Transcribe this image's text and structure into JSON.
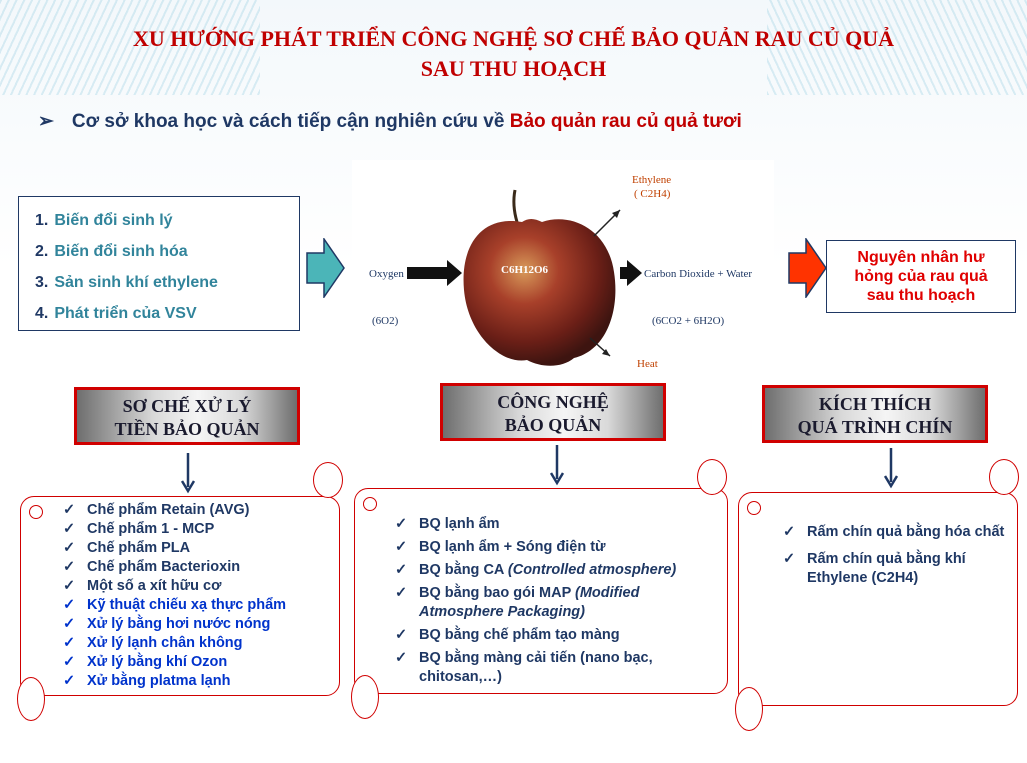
{
  "title": {
    "line1": "XU HƯỚNG PHÁT TRIỂN CÔNG NGHỆ SƠ CHẾ  BẢO QUẢN RAU CỦ QUẢ",
    "line2": "SAU THU HOẠCH"
  },
  "subtitle": {
    "bullet": "➢",
    "prefix": "Cơ sở khoa học và cách tiếp cận nghiên cứu về ",
    "highlight": "Bảo quản rau củ quả tươi"
  },
  "changes": [
    {
      "num": "1.",
      "label": "Biến đổi sinh lý"
    },
    {
      "num": "2.",
      "label": "Biến đổi sinh hóa"
    },
    {
      "num": "3.",
      "label": "Sản sinh khí ethylene"
    },
    {
      "num": "4.",
      "label": "Phát triển của VSV"
    }
  ],
  "respiration": {
    "formula": "C6H12O6",
    "oxygen": "Oxygen",
    "oxygen_qty": "(6O2)",
    "ethylene": "Ethylene",
    "ethylene_formula": "( C2H4)",
    "products": "Carbon Dioxide + Water",
    "products_qty": "(6CO2 + 6H2O)",
    "heat": "Heat"
  },
  "cause": {
    "line1": "Nguyên nhân hư",
    "line2": "hỏng của rau quả",
    "line3": "sau thu hoạch"
  },
  "headers": {
    "preprocess": {
      "line1": "SƠ CHẾ XỬ LÝ",
      "line2": "TIỀN BẢO QUẢN"
    },
    "preservation": {
      "line1": "CÔNG NGHỆ",
      "line2": "BẢO QUẢN"
    },
    "ripening": {
      "line1": "KÍCH THÍCH",
      "line2": "QUÁ TRÌNH CHÍN"
    }
  },
  "check_glyph": "✓",
  "preprocess_list": [
    "Chế phẩm Retain (AVG)",
    "Chế phẩm 1 - MCP",
    "Chế phẩm PLA",
    "Chế phẩm Bacterioxin",
    "Một số a xít hữu cơ",
    "Kỹ thuật chiếu xạ thực phẩm",
    "Xử lý bằng hơi nước nóng",
    "Xử lý lạnh chân không",
    "Xử lý bằng khí Ozon",
    "Xử bằng platma lạnh"
  ],
  "preservation_list": [
    {
      "text": "BQ lạnh ẩm",
      "note": ""
    },
    {
      "text": "BQ lạnh ẩm + Sóng điện từ",
      "note": ""
    },
    {
      "text": "BQ bằng CA ",
      "note": "(Controlled atmosphere)"
    },
    {
      "text": "BQ bằng bao gói MAP ",
      "note": "(Modified Atmosphere Packaging)"
    },
    {
      "text": "BQ bằng chế phẩm  tạo màng",
      "note": ""
    },
    {
      "text": "BQ bằng màng cải tiến (nano bạc, chitosan,…)",
      "note": ""
    }
  ],
  "ripening_list": [
    {
      "text": "Rấm chín quả bằng hóa chất"
    },
    {
      "text": " Rấm chín quả bằng khí Ethylene (C2H4)"
    }
  ],
  "colors": {
    "accent_red": "#c00000",
    "navy": "#1f3864",
    "teal": "#31849b",
    "bright_red": "#e00000"
  }
}
